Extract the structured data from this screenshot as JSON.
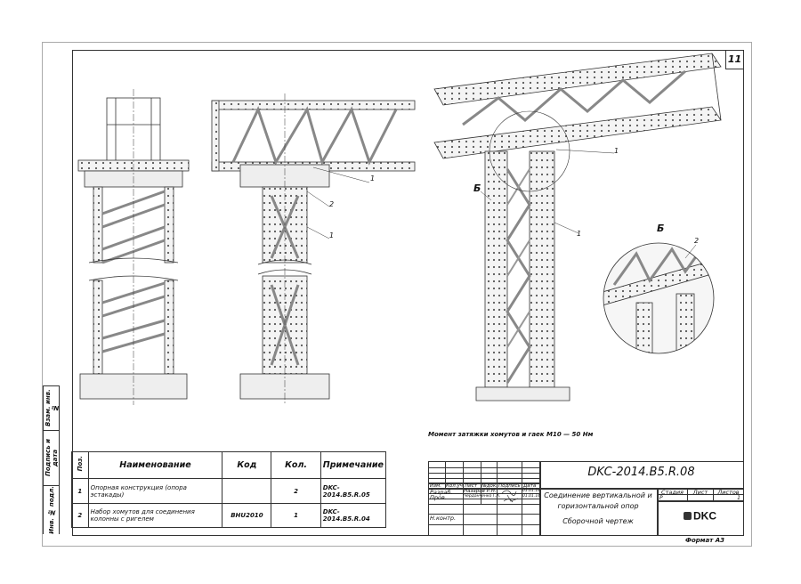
{
  "sheet_number": "11",
  "note": "Момент затяжки хомутов и гаек М10 — 50 Нм",
  "callouts": {
    "c1": "1",
    "c2": "2",
    "view_b": "Б",
    "detail_b": "Б"
  },
  "parts_table": {
    "headers": [
      "Поз.",
      "Наименование",
      "Код",
      "Кол.",
      "Примечание"
    ],
    "rows": [
      {
        "pos": "1",
        "name": "Опорная конструкция (опора эстакады)",
        "code": "",
        "qty": "2",
        "note": "DKC-2014.B5.R.05"
      },
      {
        "pos": "2",
        "name": "Набор хомутов для соединения колонны с ригелем",
        "code": "BHU2010",
        "qty": "1",
        "note": "DKC-2014.B5.R.04"
      }
    ]
  },
  "left_strip": [
    "Взам. инв. №",
    "Подпись и дата",
    "Инв. № подл."
  ],
  "title_block": {
    "designation": "DKC-2014.B5.R.08",
    "headers": [
      "Изм.",
      "Кол.уч",
      "Лист",
      "№док.",
      "Подпись",
      "Дата"
    ],
    "developed_label": "Разраб.",
    "developed_name": "Назаров Р.Н.",
    "developed_date": "01.01.14",
    "checked_label": "Пров.",
    "checked_name": "Черданченко Г.А.",
    "checked_date": "01.01.14",
    "norm_control_label": "Н.контр.",
    "title_line1": "Соединение вертикальной и",
    "title_line2": "горизонтальной опор",
    "doc_type": "Сборочной чертеж",
    "stage_label": "Стадия",
    "sheet_label": "Лист",
    "sheets_label": "Листов",
    "stage_value": "Р",
    "sheet_value": "",
    "sheets_value": "1",
    "logo": "DKC",
    "format": "Формат А3"
  }
}
